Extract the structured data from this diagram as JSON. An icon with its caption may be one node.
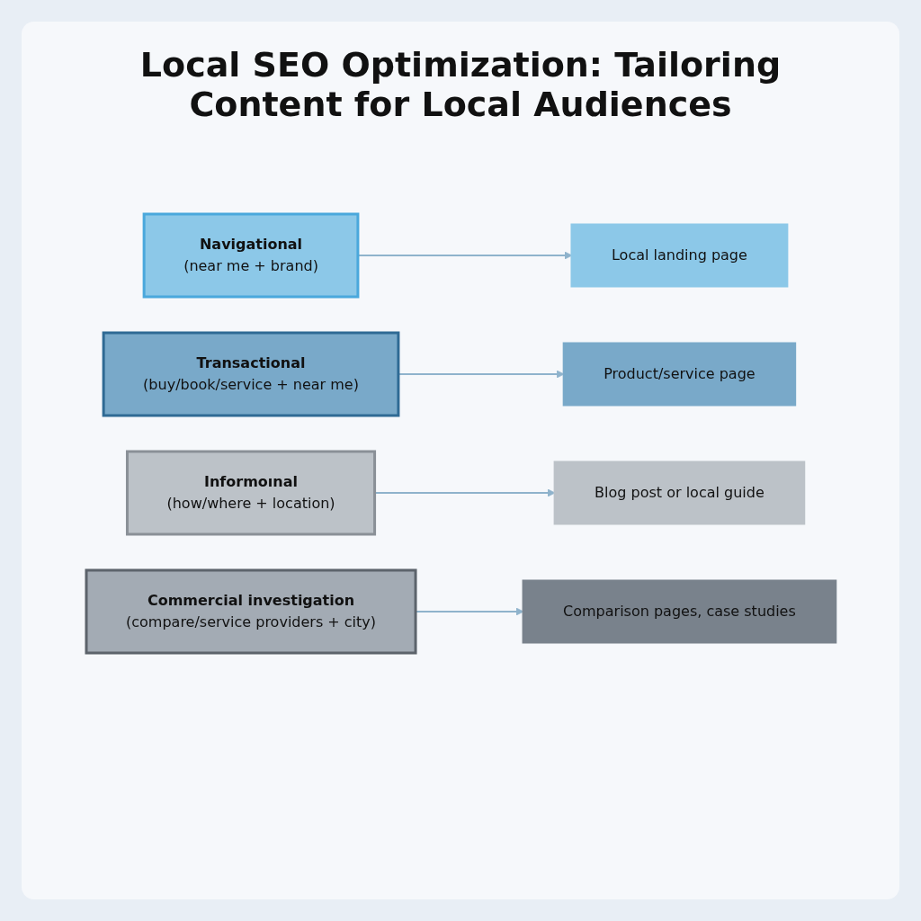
{
  "diagram": {
    "title": "Local SEO Optimization: Tailoring Content for Local Audiences",
    "nodes": [
      {
        "text": [
          "Navigational",
          "(near me + brand)"
        ]
      },
      {
        "text": [
          "Local landing page"
        ]
      },
      {
        "text": [
          "Transactional",
          "(buy/book/service + near me)"
        ]
      },
      {
        "text": [
          "Product/service page"
        ]
      },
      {
        "text": [
          "Informoınal",
          "(how/where + location)"
        ]
      },
      {
        "text": [
          "Blog post or local guide"
        ]
      },
      {
        "text": [
          "Commercial investigation",
          "(compare/service providers + city)"
        ]
      },
      {
        "text": [
          "Comparison pages, case studies"
        ]
      }
    ],
    "edges": [
      {
        "from": 0,
        "to": 1,
        "arrow": "to"
      },
      {
        "from": 2,
        "to": 3,
        "arrow": "to"
      },
      {
        "from": 4,
        "to": 5,
        "arrow": "to"
      },
      {
        "from": 6,
        "to": 7,
        "arrow": "to"
      }
    ]
  }
}
